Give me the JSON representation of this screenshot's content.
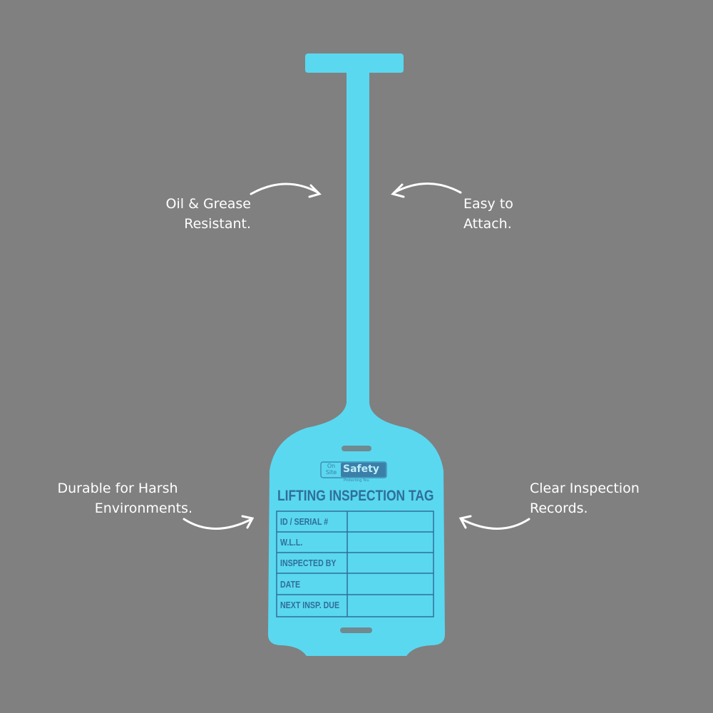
{
  "callouts": {
    "top_left": [
      "Oil & Grease",
      "Resistant."
    ],
    "top_right": [
      "Easy to",
      "Attach."
    ],
    "bottom_left": [
      "Durable for Harsh",
      "Environments."
    ],
    "bottom_right": [
      "Clear Inspection",
      "Records."
    ]
  },
  "tag": {
    "color": "#5ad8f0",
    "logo": {
      "on": "On",
      "site": "Site",
      "brand": "Safety",
      "tagline": "Protecting You"
    },
    "title": "LIFTING INSPECTION TAG",
    "rows": [
      "ID / SERIAL #",
      "W.L.L.",
      "INSPECTED BY",
      "DATE",
      "NEXT INSP. DUE"
    ]
  },
  "colors": {
    "background": "#808080",
    "ink": "#2f6f9a"
  }
}
